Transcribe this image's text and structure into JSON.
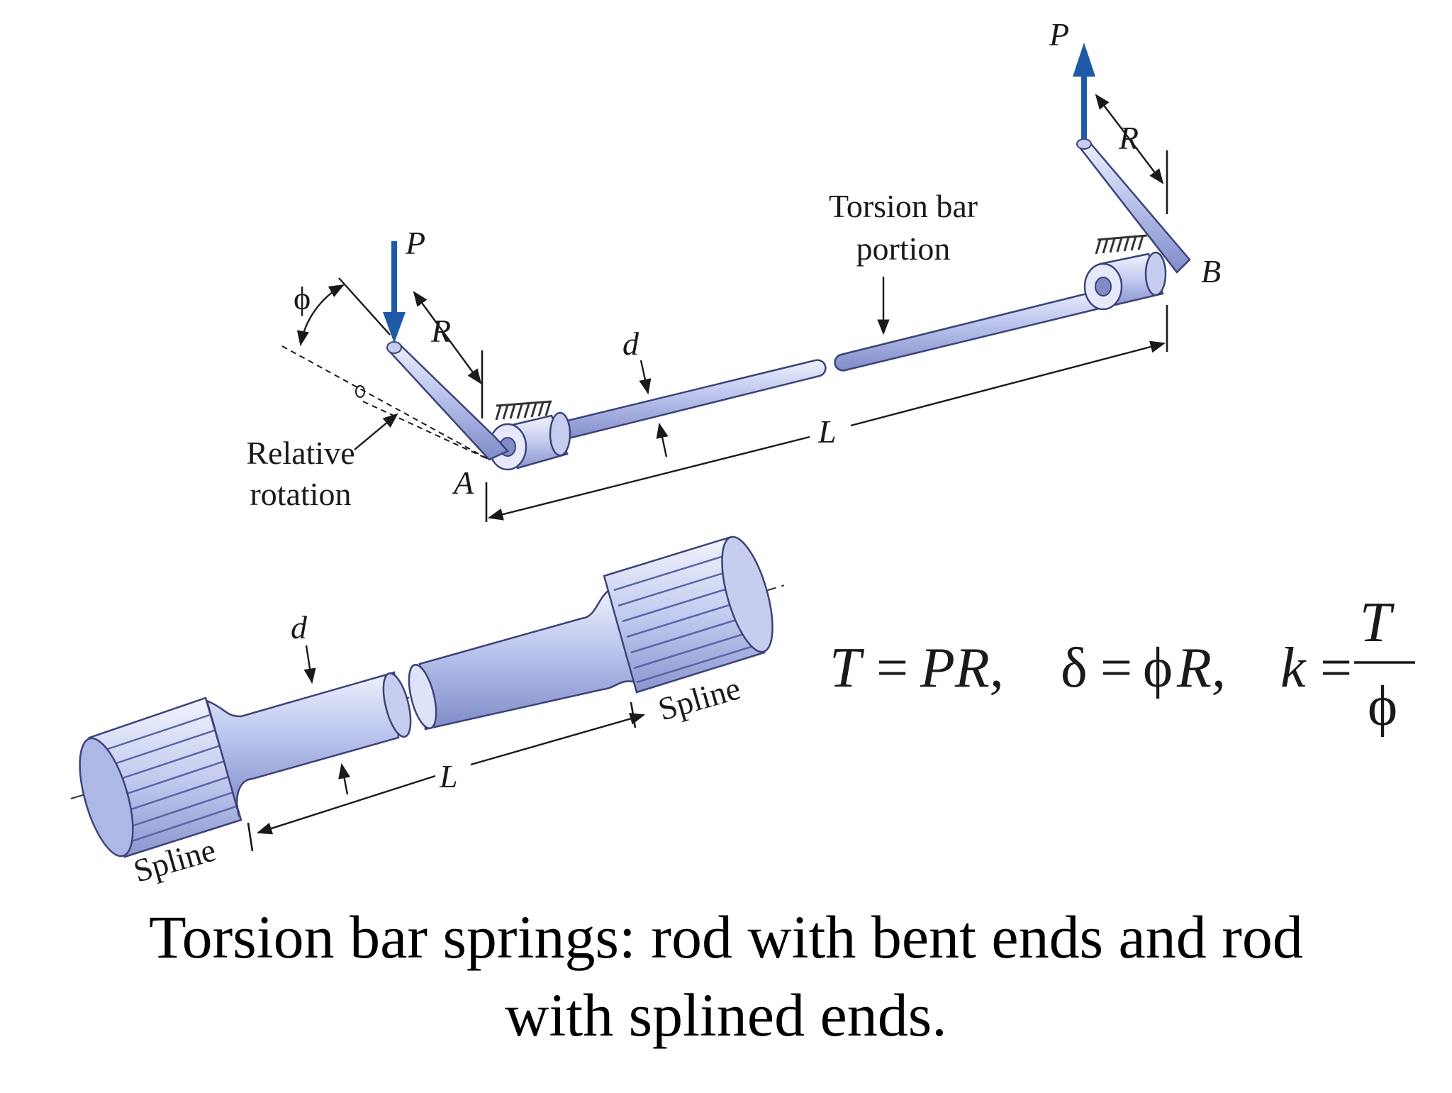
{
  "diagram": {
    "bent_rod": {
      "load_label": "P",
      "arm_label": "R",
      "angle_label": "ϕ",
      "end_a_label": "A",
      "end_b_label": "B",
      "diameter_label": "d",
      "length_label": "L",
      "torsion_bar_label_line1": "Torsion bar",
      "torsion_bar_label_line2": "portion",
      "relative_rotation_line1": "Relative",
      "relative_rotation_line2": "rotation",
      "rod_color": "#a9b4e6",
      "load_arrow_color": "#1f5aa6"
    },
    "splined_rod": {
      "diameter_label": "d",
      "length_label": "L",
      "spline_label_left": "Spline",
      "spline_label_right": "Spline"
    },
    "equations": {
      "torque_lhs": "T",
      "torque_rhs": "PR,",
      "deflection_lhs": "δ",
      "deflection_rhs_phi": "ϕ",
      "deflection_rhs": "R,",
      "stiffness_lhs": "k",
      "stiffness_numerator": "T",
      "stiffness_denominator": "ϕ",
      "equals": "="
    }
  },
  "caption": {
    "line1": "Torsion bar springs: rod with bent ends and rod",
    "line2": "with splined ends."
  }
}
